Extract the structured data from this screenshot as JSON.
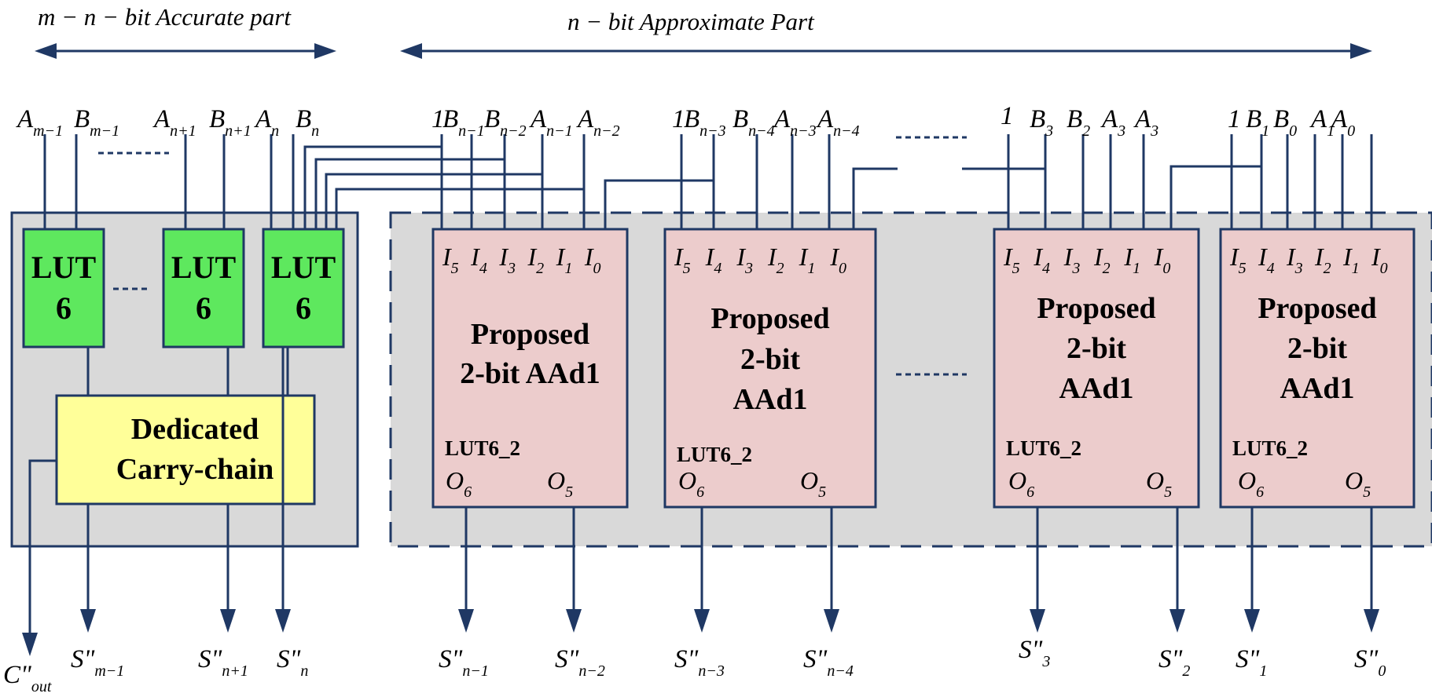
{
  "header": {
    "accurate_label": "m − n − bit  Accurate part",
    "approx_label": "n − bit   Approximate Part"
  },
  "accurate": {
    "inputs": [
      {
        "base": "A",
        "sub": "m−1"
      },
      {
        "base": "B",
        "sub": "m−1"
      },
      {
        "base": "A",
        "sub": "n+1"
      },
      {
        "base": "B",
        "sub": "n+1"
      },
      {
        "base": "A",
        "sub": "n"
      },
      {
        "base": "B",
        "sub": "n"
      }
    ],
    "lut_label": "LUT",
    "lut_number": "6",
    "carry_line1": "Dedicated",
    "carry_line2": "Carry-chain",
    "outputs": [
      {
        "base": "C\"",
        "sub": "out"
      },
      {
        "base": "S\"",
        "sub": "m−1"
      },
      {
        "base": "S\"",
        "sub": "n+1"
      },
      {
        "base": "S\"",
        "sub": "n"
      }
    ]
  },
  "approx": {
    "inputs": [
      {
        "base": "1",
        "sub": ""
      },
      {
        "base": "B",
        "sub": "n−1"
      },
      {
        "base": "B",
        "sub": "n−2"
      },
      {
        "base": "A",
        "sub": "n−1"
      },
      {
        "base": "A",
        "sub": "n−2"
      },
      {
        "base": "1",
        "sub": ""
      },
      {
        "base": "B",
        "sub": "n−3"
      },
      {
        "base": "B",
        "sub": "n−4"
      },
      {
        "base": "A",
        "sub": "n−3"
      },
      {
        "base": "A",
        "sub": "n−4"
      },
      {
        "base": "1",
        "sub": ""
      },
      {
        "base": "B",
        "sub": "3"
      },
      {
        "base": "B",
        "sub": "2"
      },
      {
        "base": "A",
        "sub": "3"
      },
      {
        "base": "A",
        "sub": "3"
      },
      {
        "base": "1",
        "sub": ""
      },
      {
        "base": "B",
        "sub": "1"
      },
      {
        "base": "B",
        "sub": "0"
      },
      {
        "base": "A",
        "sub": "1"
      },
      {
        "base": "A",
        "sub": "0"
      }
    ],
    "pins": [
      "I5",
      "I4",
      "I3",
      "I2",
      "I1",
      "I0"
    ],
    "blocks": [
      {
        "lines": [
          "Proposed",
          "2-bit AAd1"
        ]
      },
      {
        "lines": [
          "Proposed",
          "2-bit",
          "AAd1"
        ]
      },
      {
        "lines": [
          "Proposed",
          "2-bit",
          "AAd1"
        ]
      },
      {
        "lines": [
          "Proposed",
          "2-bit",
          "AAd1"
        ]
      }
    ],
    "lut_type": "LUT6_2",
    "out_pins": [
      {
        "base": "O",
        "sub": "6"
      },
      {
        "base": "O",
        "sub": "5"
      }
    ],
    "outputs": [
      {
        "base": "S\"",
        "sub": "n−1"
      },
      {
        "base": "S\"",
        "sub": "n−2"
      },
      {
        "base": "S\"",
        "sub": "n−3"
      },
      {
        "base": "S\"",
        "sub": "n−4"
      },
      {
        "base": "S\"",
        "sub": "3"
      },
      {
        "base": "S\"",
        "sub": "2"
      },
      {
        "base": "S\"",
        "sub": "1"
      },
      {
        "base": "S\"",
        "sub": "0"
      }
    ]
  },
  "colors": {
    "wire": "#1f3864",
    "region_fill": "#d9d9d9",
    "lut_fill": "#5ee85e",
    "carry_fill": "#ffff99",
    "block_fill": "#eccccc"
  }
}
